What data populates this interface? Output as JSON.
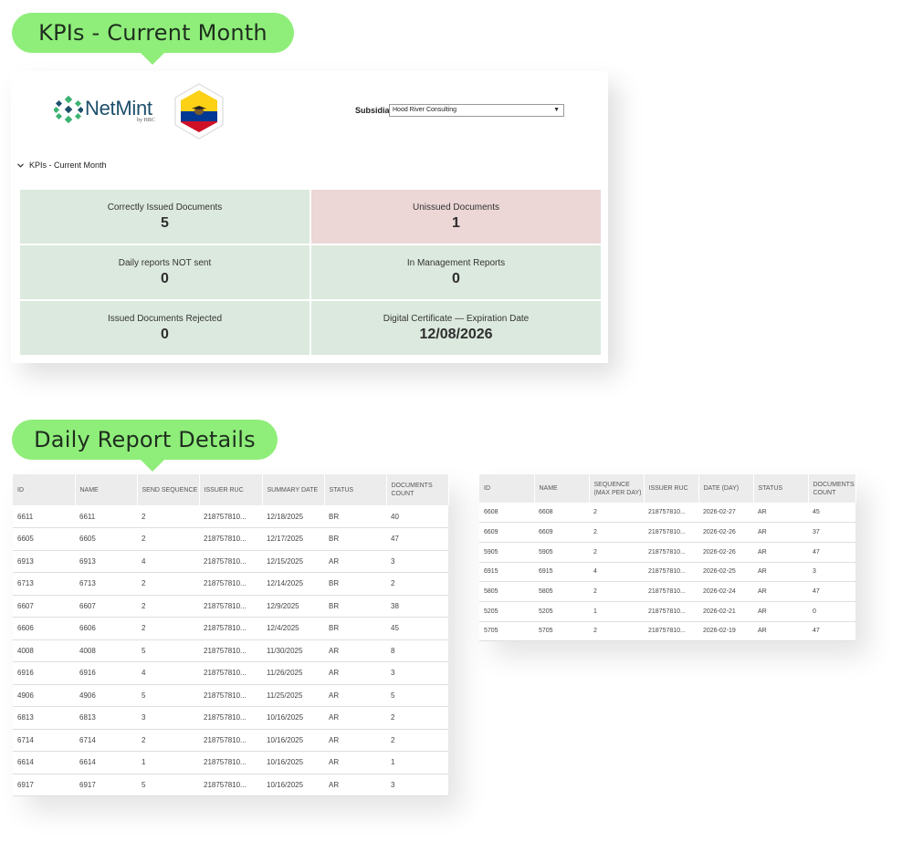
{
  "headings": {
    "kpi_bubble": "KPIs - Current Month",
    "daily_bubble": "Daily Report Details"
  },
  "brand": {
    "name": "NetMint",
    "byline": "by HRC",
    "logo_color": "#3cb371",
    "flag_colors": [
      "#fcd116",
      "#003893",
      "#ce1126"
    ]
  },
  "subsidiary": {
    "label": "Subsidiary:",
    "selected": "Hood River Consulting"
  },
  "kpi_section": {
    "toggle_icon": "chevron-down-icon",
    "title": "KPIs - Current Month",
    "tiles": [
      {
        "label": "Correctly Issued Documents",
        "value": "5",
        "status": "ok"
      },
      {
        "label": "Unissued Documents",
        "value": "1",
        "status": "alert"
      },
      {
        "label": "Daily reports NOT sent",
        "value": "0",
        "status": "ok"
      },
      {
        "label": "In Management Reports",
        "value": "0",
        "status": "ok"
      },
      {
        "label": "Issued Documents Rejected",
        "value": "0",
        "status": "ok"
      },
      {
        "label": "Digital Certificate — Expiration Date",
        "value": "12/08/2026",
        "status": "ok"
      }
    ],
    "colors": {
      "ok": "#dce9de",
      "alert": "#ecd6d6"
    }
  },
  "left_table": {
    "headers": [
      "ID",
      "NAME",
      "SEND SEQUENCE",
      "ISSUER RUC",
      "SUMMARY DATE",
      "STATUS",
      "DOCUMENTS COUNT"
    ],
    "rows": [
      [
        "6611",
        "6611",
        "2",
        "218757810...",
        "12/18/2025",
        "BR",
        "40"
      ],
      [
        "6605",
        "6605",
        "2",
        "218757810...",
        "12/17/2025",
        "BR",
        "47"
      ],
      [
        "6913",
        "6913",
        "4",
        "218757810...",
        "12/15/2025",
        "AR",
        "3"
      ],
      [
        "6713",
        "6713",
        "2",
        "218757810...",
        "12/14/2025",
        "BR",
        "2"
      ],
      [
        "6607",
        "6607",
        "2",
        "218757810...",
        "12/9/2025",
        "BR",
        "38"
      ],
      [
        "6606",
        "6606",
        "2",
        "218757810...",
        "12/4/2025",
        "BR",
        "45"
      ],
      [
        "4008",
        "4008",
        "5",
        "218757810...",
        "11/30/2025",
        "AR",
        "8"
      ],
      [
        "6916",
        "6916",
        "4",
        "218757810...",
        "11/26/2025",
        "AR",
        "3"
      ],
      [
        "4906",
        "4906",
        "5",
        "218757810...",
        "11/25/2025",
        "AR",
        "5"
      ],
      [
        "6813",
        "6813",
        "3",
        "218757810...",
        "10/16/2025",
        "AR",
        "2"
      ],
      [
        "6714",
        "6714",
        "2",
        "218757810...",
        "10/16/2025",
        "AR",
        "2"
      ],
      [
        "6614",
        "6614",
        "1",
        "218757810...",
        "10/16/2025",
        "AR",
        "1"
      ],
      [
        "6917",
        "6917",
        "5",
        "218757810...",
        "10/16/2025",
        "AR",
        "3"
      ]
    ]
  },
  "right_table": {
    "headers": [
      "ID",
      "NAME",
      "SEQUENCE (MAX PER DAY)",
      "ISSUER RUC",
      "DATE (DAY)",
      "STATUS",
      "DOCUMENTS COUNT"
    ],
    "rows": [
      [
        "6608",
        "6608",
        "2",
        "218757810...",
        "2026-02-27",
        "AR",
        "45"
      ],
      [
        "6609",
        "6609",
        "2",
        "218757810...",
        "2026-02-26",
        "AR",
        "37"
      ],
      [
        "5905",
        "5905",
        "2",
        "218757810...",
        "2026-02-26",
        "AR",
        "47"
      ],
      [
        "6915",
        "6915",
        "4",
        "218757810...",
        "2026-02-25",
        "AR",
        "3"
      ],
      [
        "5805",
        "5805",
        "2",
        "218757810...",
        "2026-02-24",
        "AR",
        "47"
      ],
      [
        "5205",
        "5205",
        "1",
        "218757810...",
        "2026-02-21",
        "AR",
        "0"
      ],
      [
        "5705",
        "5705",
        "2",
        "218757810...",
        "2026-02-19",
        "AR",
        "47"
      ]
    ]
  }
}
